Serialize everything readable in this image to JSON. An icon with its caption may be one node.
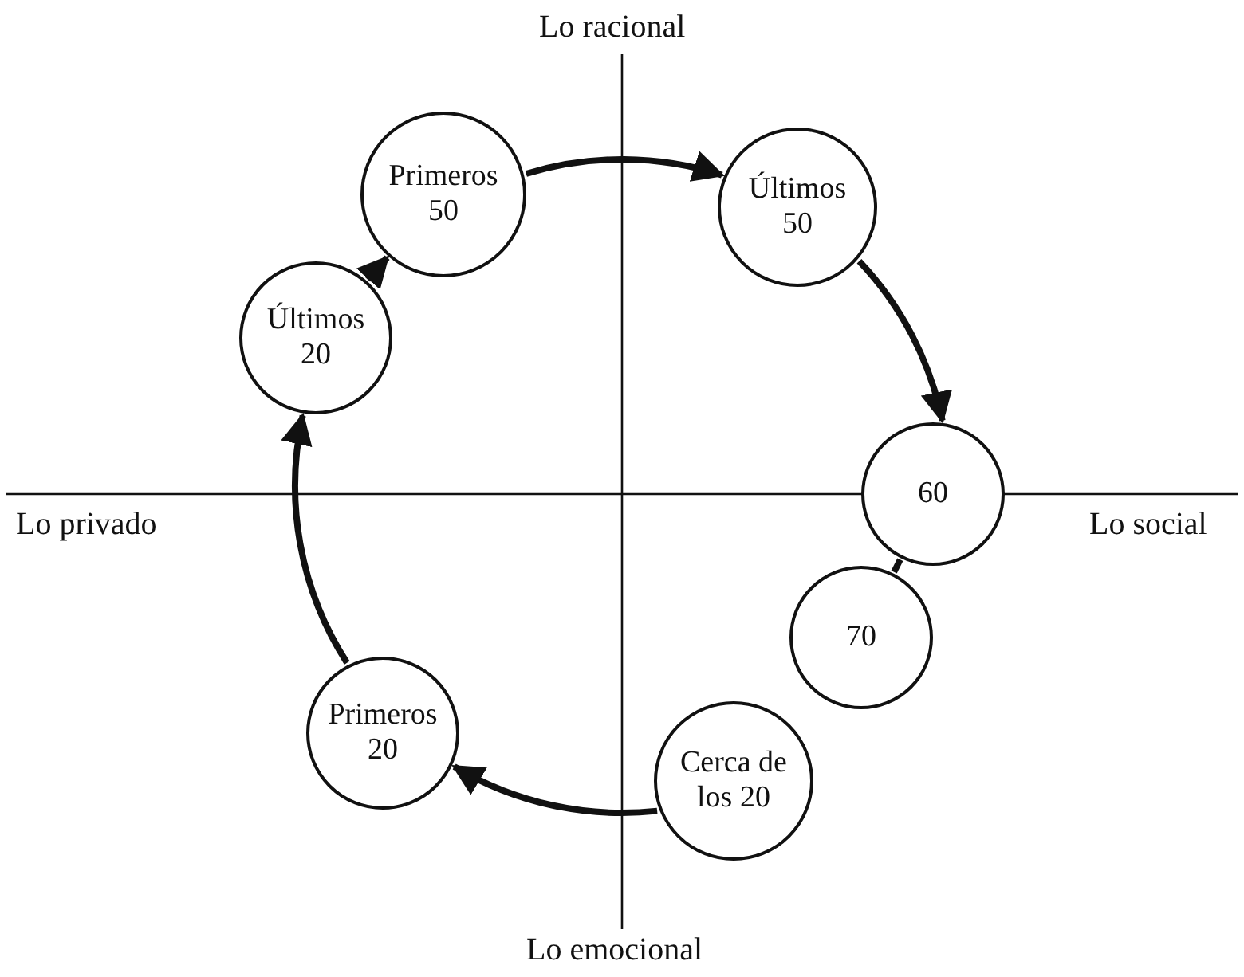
{
  "diagram": {
    "nodes": [
      {
        "text": [
          "Primeros 50"
        ]
      },
      {
        "text": [
          "Últimos 20"
        ]
      },
      {
        "text": [
          "Últimos 50"
        ]
      },
      {
        "text": [
          "60"
        ]
      },
      {
        "text": [
          "70"
        ]
      },
      {
        "text": [
          "Cerca de los 20"
        ]
      },
      {
        "text": [
          "Primeros 20"
        ]
      }
    ],
    "edges": [
      {
        "from": 0,
        "to": 2,
        "arrow": "to"
      },
      {
        "from": 2,
        "to": 3,
        "arrow": "to"
      },
      {
        "from": 3,
        "to": 4,
        "arrow": "none"
      },
      {
        "from": 5,
        "to": 6,
        "arrow": "to"
      },
      {
        "from": 6,
        "to": 1,
        "arrow": "to"
      },
      {
        "from": 1,
        "to": 0,
        "arrow": "to"
      }
    ],
    "labels": [
      "Lo racional",
      "Lo privado",
      "Lo social",
      "Lo emocional"
    ]
  }
}
